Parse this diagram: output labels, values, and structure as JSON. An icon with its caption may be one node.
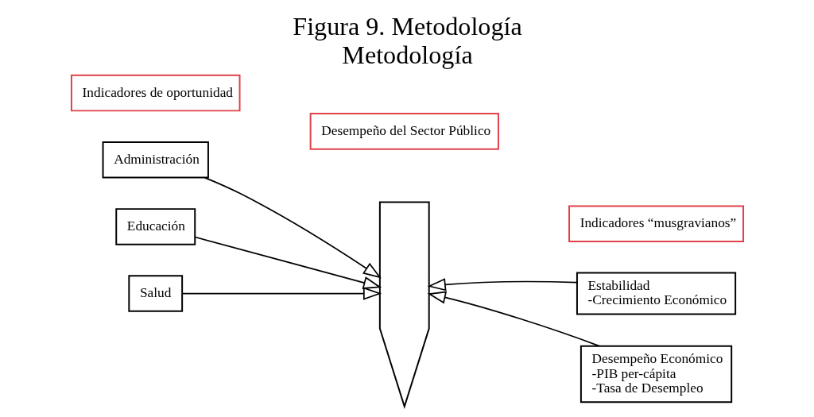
{
  "diagram": {
    "title": "Metodología",
    "caption": "Figura 9. Metodología",
    "nodes": [
      {
        "text": [
          "Indicadores de oportunidad"
        ]
      },
      {
        "text": [
          "Indicadores “musgravianos”"
        ]
      },
      {
        "text": [
          "Administración"
        ]
      },
      {
        "text": [
          "Educación"
        ]
      },
      {
        "text": [
          "Salud"
        ]
      },
      {
        "text": [],
        "shape": "arrow"
      },
      {
        "text": [
          "Estabilidad",
          "-Crecimiento Económico"
        ]
      },
      {
        "text": [
          "Desempeño Económico",
          "-PIB per-cápita",
          "-Tasa de Desempleo"
        ]
      },
      {
        "text": [
          "Desempeño del Sector Público"
        ]
      }
    ],
    "edges": [
      {
        "from": 2,
        "to": 5,
        "arrow": "to"
      },
      {
        "from": 3,
        "to": 5,
        "arrow": "to"
      },
      {
        "from": 4,
        "to": 5,
        "arrow": "to"
      },
      {
        "from": 6,
        "to": 5,
        "arrow": "to"
      },
      {
        "from": 7,
        "to": 5,
        "arrow": "to"
      }
    ]
  }
}
